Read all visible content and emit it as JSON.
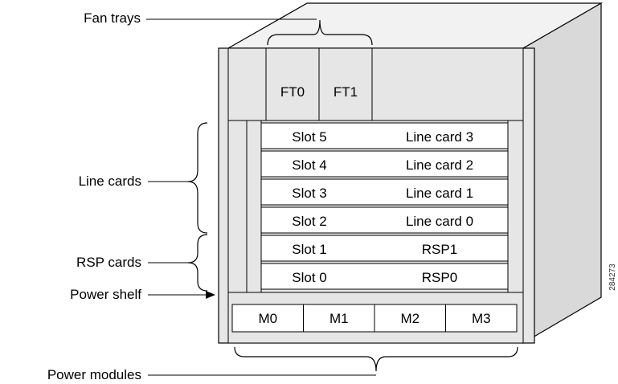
{
  "callouts": {
    "fan_trays": "Fan trays",
    "line_cards": "Line cards",
    "rsp_cards": "RSP cards",
    "power_shelf": "Power shelf",
    "power_modules": "Power modules"
  },
  "fan_trays": [
    "FT0",
    "FT1"
  ],
  "slots": [
    {
      "slot": "Slot 5",
      "card": "Line card 3"
    },
    {
      "slot": "Slot 4",
      "card": "Line card 2"
    },
    {
      "slot": "Slot 3",
      "card": "Line card 1"
    },
    {
      "slot": "Slot 2",
      "card": "Line card 0"
    },
    {
      "slot": "Slot 1",
      "card": "RSP1"
    },
    {
      "slot": "Slot 0",
      "card": "RSP0"
    }
  ],
  "power_modules": [
    "M0",
    "M1",
    "M2",
    "M3"
  ],
  "figure_id": "284273",
  "colors": {
    "chassis_top": "#f2f2f2",
    "chassis_side": "#d9d9d9",
    "panel": "#e6e6e6",
    "card": "#ffffff",
    "stroke": "#000000"
  }
}
